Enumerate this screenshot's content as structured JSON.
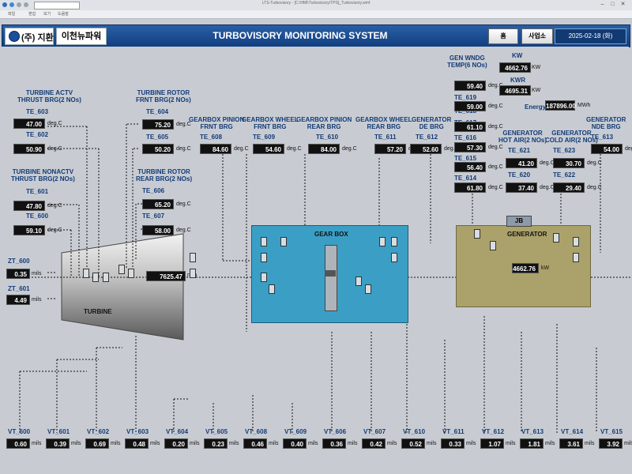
{
  "window": {
    "title": "LTS-Turbovisory - [C:\\HMI\\Turbovisory\\TPS]_Turbovisory.wmf"
  },
  "menubar": {
    "items": [
      "파일",
      "편집",
      "보기",
      "도움말"
    ]
  },
  "header": {
    "logo_text": "(주) 지환",
    "plant_label": "이천뉴파워",
    "title": "TURBOVISORY MONITORING SYSTEM",
    "home_label": "홈",
    "site_label": "사업소",
    "datetime": "2025-02-18 (화) 15:16:03"
  },
  "colors": {
    "header": "#1a4f94",
    "gearbox": "#3b9fc5",
    "generator": "#aaa26a",
    "value_bg": "#111111"
  },
  "units": {
    "degc": "deg.C",
    "mils": "mils",
    "rpm": "rpm",
    "kw": "KW",
    "kw_lower": "kW",
    "mwh": "MWh"
  },
  "groups": {
    "turbine_actv": "TURBINE ACTV\nTHRUST BRG(2 NOs)",
    "turbine_nonactv": "TURBINE NONACTV\nTHRUST BRG(2 NOs)",
    "turbine_rotor_frnt": "TURBINE ROTOR\nFRNT BRG(2 NOs)",
    "turbine_rotor_rear": "TURBINE ROTOR\nREAR BRG(2 NOs)",
    "gb_pinion_frnt": "GEARBOX PINION\nFRNT BRG",
    "gb_wheel_frnt": "GEARBOX WHEEL\nFRNT BRG",
    "gb_pinion_rear": "GEARBOX PINION\nREAR BRG",
    "gb_wheel_rear": "GEARBOX WHEEL\nREAR BRG",
    "gen_de": "GENERATOR\nDE BRG",
    "gen_wndg": "GEN WNDG\nTEMP(6 NOs)",
    "gen_hot": "GENERATOR\nHOT AIR(2 NOs)",
    "gen_cold": "GENERATOR\nCOLD AIR(2 NOs)",
    "gen_nde": "GENERATOR\nNDE BRG"
  },
  "temps": {
    "TE_603": {
      "label": "TE_603",
      "value": "47.00"
    },
    "TE_602": {
      "label": "TE_602",
      "value": "50.90"
    },
    "TE_601": {
      "label": "TE_601",
      "value": "47.80"
    },
    "TE_600": {
      "label": "TE_600",
      "value": "59.10"
    },
    "TE_604": {
      "label": "TE_604",
      "value": "75.20"
    },
    "TE_605": {
      "label": "TE_605",
      "value": "50.20"
    },
    "TE_606": {
      "label": "TE_606",
      "value": "65.20"
    },
    "TE_607": {
      "label": "TE_607",
      "value": "58.00"
    },
    "TE_608": {
      "label": "TE_608",
      "value": "84.60"
    },
    "TE_609": {
      "label": "TE_609",
      "value": "54.60"
    },
    "TE_610": {
      "label": "TE_610",
      "value": "84.00"
    },
    "TE_611": {
      "label": "TE_611",
      "value": "57.20"
    },
    "TE_612": {
      "label": "TE_612",
      "value": "52.60"
    },
    "TE_619": {
      "label": "TE_619",
      "value": "59.40"
    },
    "TE_618": {
      "label": "TE_618",
      "value": "59.00"
    },
    "TE_617": {
      "label": "TE_617",
      "value": "61.10"
    },
    "TE_616": {
      "label": "TE_616",
      "value": "57.30"
    },
    "TE_615": {
      "label": "TE_615",
      "value": "56.40"
    },
    "TE_614": {
      "label": "TE_614",
      "value": "61.80"
    },
    "TE_621": {
      "label": "TE_621",
      "value": "41.20"
    },
    "TE_620": {
      "label": "TE_620",
      "value": "37.40"
    },
    "TE_623": {
      "label": "TE_623",
      "value": "30.70"
    },
    "TE_622": {
      "label": "TE_622",
      "value": "29.40"
    },
    "TE_613": {
      "label": "TE_613",
      "value": "54.00"
    }
  },
  "power": {
    "kw_label": "KW",
    "kw_value": "4662.76",
    "kwr_label": "KWR",
    "kwr_value": "4695.31",
    "energy_label": "Energy",
    "energy_value": "187896.00"
  },
  "zt": [
    {
      "label": "ZT_600",
      "value": "0.35"
    },
    {
      "label": "ZT_601",
      "value": "4.49"
    }
  ],
  "turbine": {
    "label": "TURBINE",
    "speed": "7625.47"
  },
  "gearbox": {
    "label": "GEAR BOX"
  },
  "generator": {
    "label": "GENERATOR",
    "power": "4662.76",
    "jb": "JB"
  },
  "vibrations": [
    {
      "label": "VT_600",
      "value": "0.60"
    },
    {
      "label": "VT_601",
      "value": "0.39"
    },
    {
      "label": "VT_602",
      "value": "0.69"
    },
    {
      "label": "VT_603",
      "value": "0.48"
    },
    {
      "label": "VT_604",
      "value": "0.20"
    },
    {
      "label": "VT_605",
      "value": "0.23"
    },
    {
      "label": "VT_608",
      "value": "0.46"
    },
    {
      "label": "VT_609",
      "value": "0.40"
    },
    {
      "label": "VT_606",
      "value": "0.36"
    },
    {
      "label": "VT_607",
      "value": "0.42"
    },
    {
      "label": "VT_610",
      "value": "0.52"
    },
    {
      "label": "VT_611",
      "value": "0.33"
    },
    {
      "label": "VT_612",
      "value": "1.07"
    },
    {
      "label": "VT_613",
      "value": "1.81"
    },
    {
      "label": "VT_614",
      "value": "3.61"
    },
    {
      "label": "VT_615",
      "value": "3.92"
    }
  ]
}
